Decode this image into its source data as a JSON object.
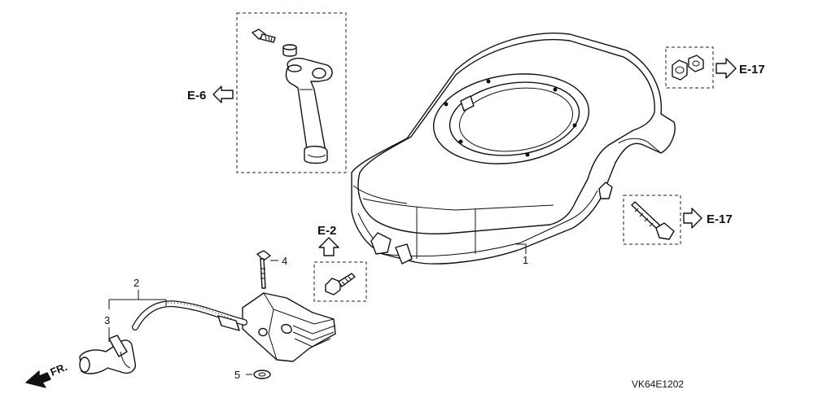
{
  "diagram": {
    "image_code": "VK64E1202",
    "front_marker": "FR.",
    "references": {
      "ref_left": "E-6",
      "ref_top_right": "E-17",
      "ref_mid_right": "E-17",
      "ref_center": "E-2"
    },
    "callouts": {
      "c1": "1",
      "c2": "2",
      "c3": "3",
      "c4": "4",
      "c5": "5"
    }
  }
}
